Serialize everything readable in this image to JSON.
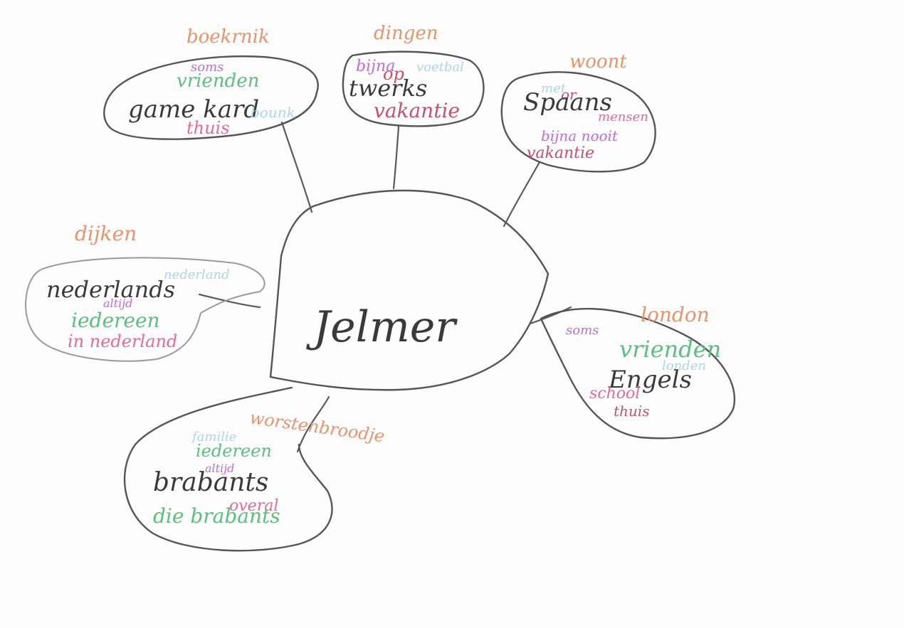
{
  "colors": {
    "pencil": "#3a3a3a",
    "orange": "#e8936a",
    "pink": "#e86a92",
    "green": "#5bbf7e",
    "purple": "#c26ad8",
    "lightblue": "#a8d6ea",
    "red": "#c8506a"
  },
  "center": {
    "label": "Jelmer"
  },
  "nodes": {
    "top_left": {
      "tag": "boekrnik",
      "main": "game kard",
      "words": [
        "soms",
        "vrienden",
        "thuis",
        "bounk"
      ]
    },
    "top_middle": {
      "tag": "dingen",
      "main": "twerks",
      "words": [
        "bijna",
        "op",
        "voetbal",
        "vakantie"
      ]
    },
    "top_right": {
      "tag": "woont",
      "main": "Spaans",
      "words": [
        "met",
        "mensen",
        "or",
        "bijna nooit",
        "vakantie"
      ]
    },
    "left": {
      "tag": "dijken",
      "main": "nederlands",
      "words": [
        "nederland",
        "altijd",
        "iedereen",
        "in nederland"
      ]
    },
    "right": {
      "tag": "london",
      "main": "Engels",
      "words": [
        "soms",
        "vrienden",
        "school",
        "thuis",
        "londen"
      ]
    },
    "bottom": {
      "tag": "worstenbroodje",
      "main": "brabants",
      "words": [
        "familie",
        "iedereen",
        "altijd",
        "overal",
        "die brabants"
      ]
    }
  }
}
